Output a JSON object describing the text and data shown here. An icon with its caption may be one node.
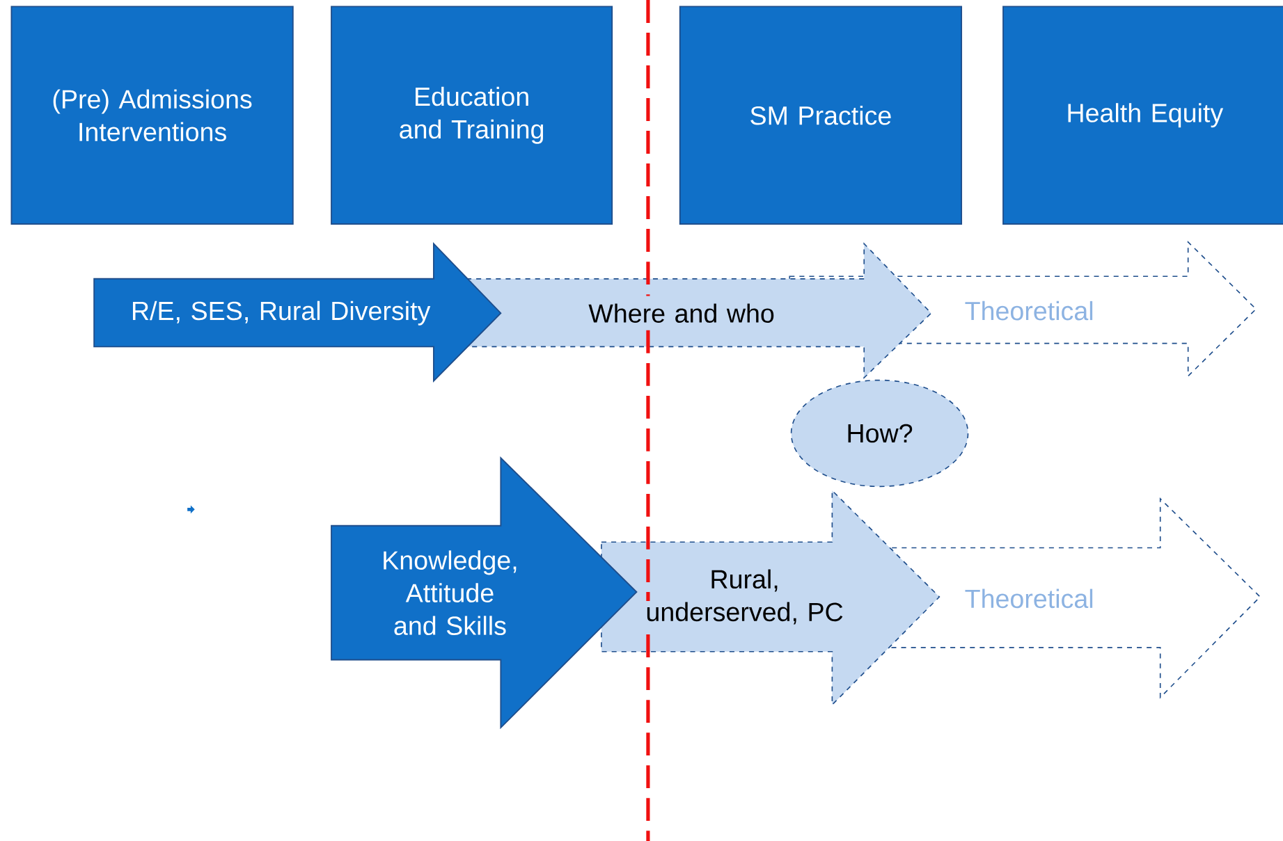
{
  "diagram": {
    "nodes": [
      {
        "text": [
          "(Pre) Admissions Interventions"
        ]
      },
      {
        "text": [
          "Education and Training"
        ]
      },
      {
        "text": [
          "SM Practice"
        ]
      },
      {
        "text": [
          "Health Equity"
        ]
      },
      {
        "text": [
          "R/E, SES, Rural Diversity"
        ]
      },
      {
        "text": [
          "Where and who"
        ]
      },
      {
        "text": [
          "Theoretical"
        ]
      },
      {
        "text": [
          "How?"
        ]
      },
      {
        "text": [
          "Knowledge, Attitude and Skills"
        ]
      },
      {
        "text": [
          "Rural, underserved, PC"
        ]
      },
      {
        "text": [
          "Theoretical"
        ]
      }
    ]
  }
}
